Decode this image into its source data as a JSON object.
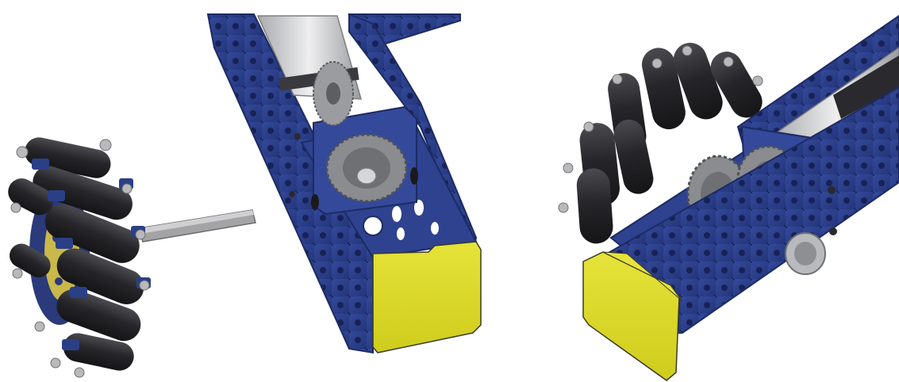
{
  "scene": {
    "panels": [
      {
        "name": "mecanum-wheel-with-axle"
      },
      {
        "name": "channel-gearbox-front-view"
      },
      {
        "name": "wheel-gearbox-assembly-angled-view"
      }
    ],
    "colors": {
      "channel_blue": "#2b3f86",
      "channel_dark": "#1d2b63",
      "roller_black": "#2a2a2e",
      "end_cap_yellow": "#d9d622",
      "motor_silver": "#c9cbcd",
      "gear_gray": "#8a8c90",
      "axle_gray": "#9a9a9a",
      "hub_yellow": "#c9b84a",
      "background": "#ffffff"
    }
  }
}
